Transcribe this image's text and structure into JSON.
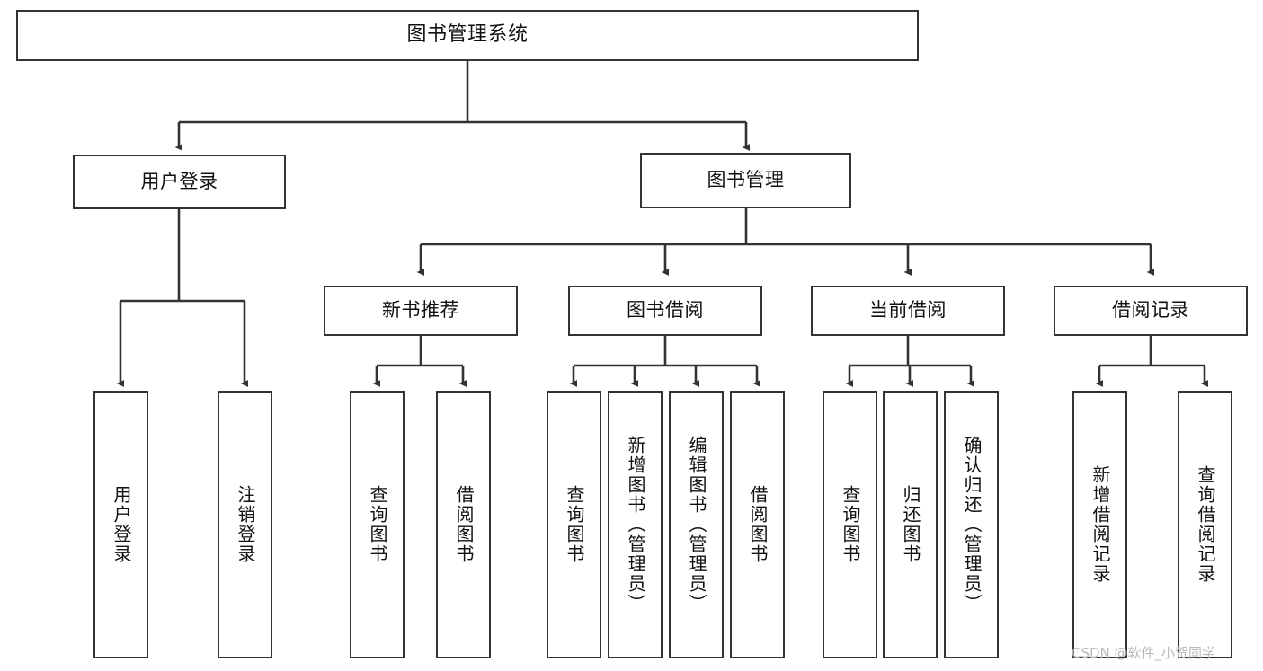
{
  "diagram": {
    "title": "图书管理系统",
    "type": "hierarchy-tree",
    "root": {
      "label": "图书管理系统"
    },
    "level2": [
      {
        "label": "用户登录"
      },
      {
        "label": "图书管理"
      }
    ],
    "level3": [
      {
        "label": "新书推荐",
        "parent": "图书管理"
      },
      {
        "label": "图书借阅",
        "parent": "图书管理"
      },
      {
        "label": "当前借阅",
        "parent": "图书管理"
      },
      {
        "label": "借阅记录",
        "parent": "图书管理"
      }
    ],
    "leaves": [
      {
        "label": "用户登录",
        "parent": "用户登录"
      },
      {
        "label": "注销登录",
        "parent": "用户登录"
      },
      {
        "label": "查询图书",
        "parent": "新书推荐"
      },
      {
        "label": "借阅图书",
        "parent": "新书推荐"
      },
      {
        "label": "查询图书",
        "parent": "图书借阅"
      },
      {
        "label": "新增图书（管理员）",
        "parent": "图书借阅"
      },
      {
        "label": "编辑图书（管理员）",
        "parent": "图书借阅"
      },
      {
        "label": "借阅图书",
        "parent": "图书借阅"
      },
      {
        "label": "查询图书",
        "parent": "当前借阅"
      },
      {
        "label": "归还图书",
        "parent": "当前借阅"
      },
      {
        "label": "确认归还（管理员）",
        "parent": "当前借阅"
      },
      {
        "label": "新增借阅记录",
        "parent": "借阅记录"
      },
      {
        "label": "查询借阅记录",
        "parent": "借阅记录"
      }
    ],
    "watermark": "CSDN @软件_小贺同学",
    "colors": {
      "border": "#333333",
      "background": "#ffffff",
      "text": "#111111",
      "watermark": "#b9b9b9"
    }
  }
}
